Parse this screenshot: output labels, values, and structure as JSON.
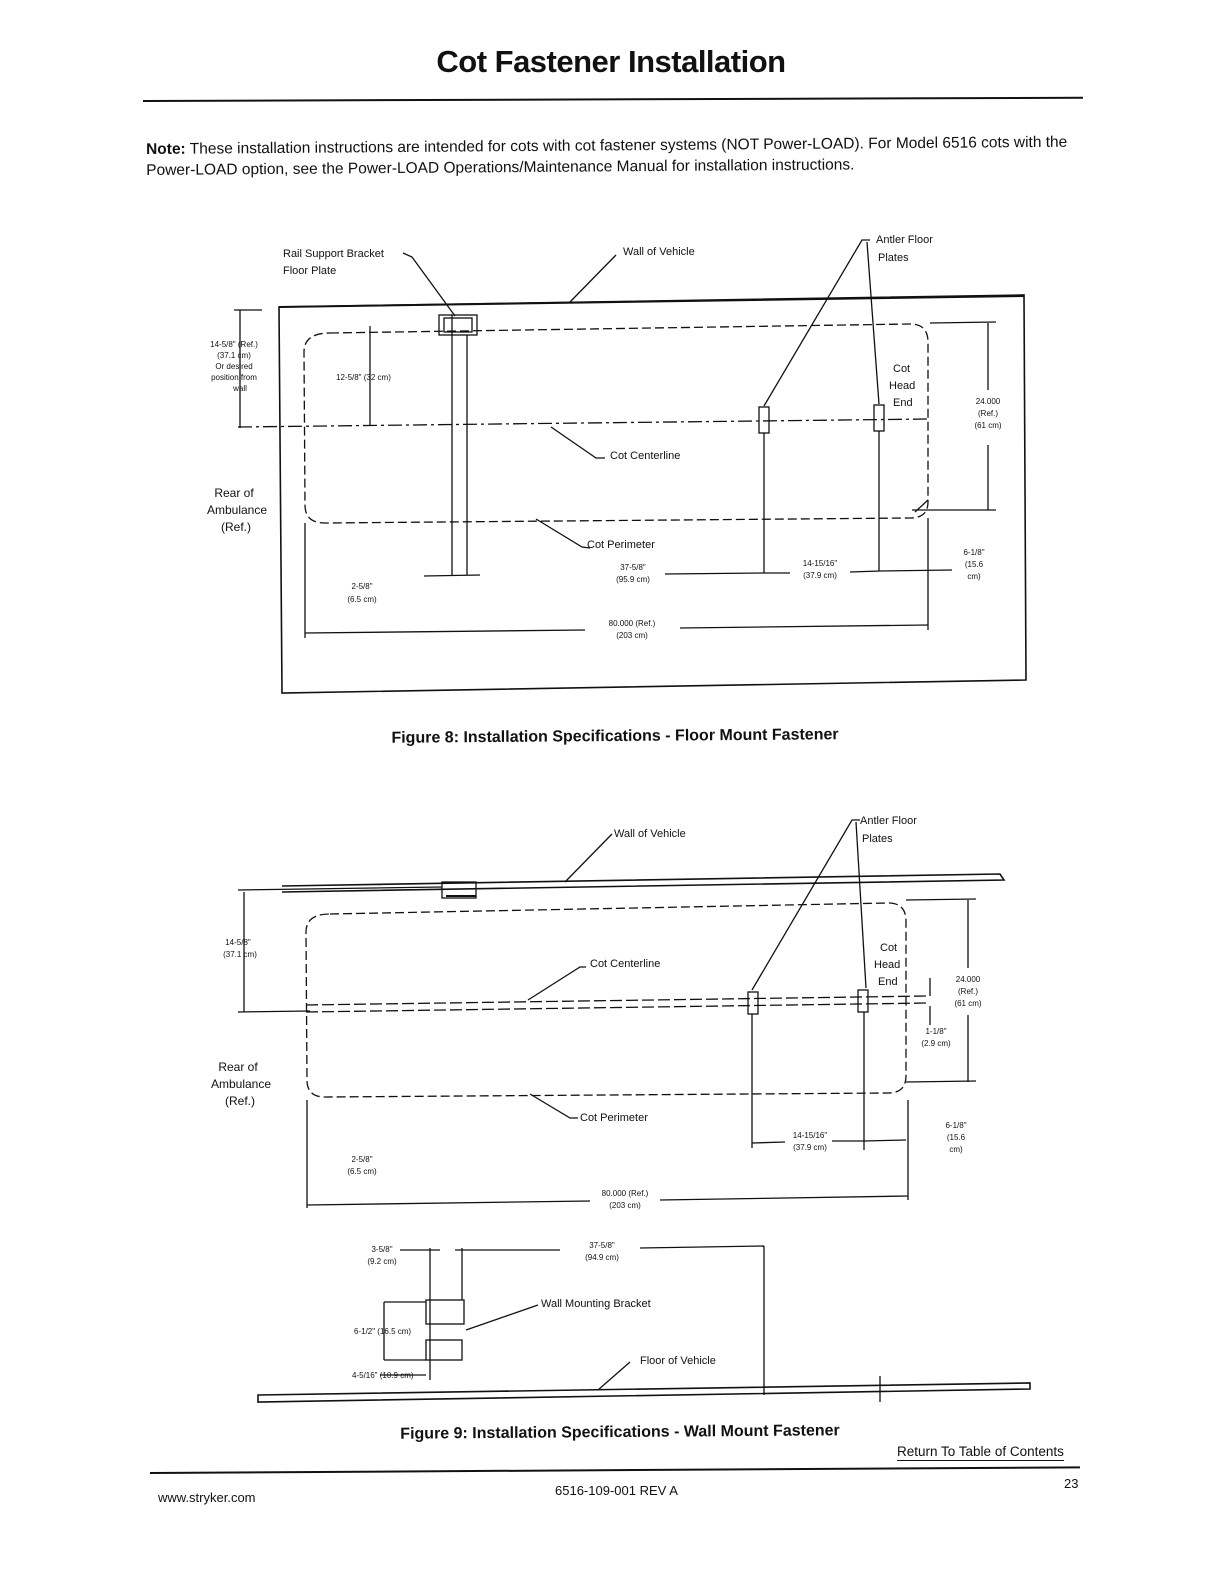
{
  "page": {
    "title": "Cot Fastener Installation",
    "note_prefix": "Note:",
    "note_text": "These installation instructions are intended for cots with cot fastener systems (NOT Power-LOAD).  For Model 6516 cots with the Power-LOAD option, see the Power-LOAD Operations/Maintenance Manual for installation instructions."
  },
  "figure8": {
    "caption": "Figure 8:  Installation Specifications - Floor Mount Fastener",
    "labels": {
      "rail_support_1": "Rail Support Bracket",
      "rail_support_2": "Floor Plate",
      "wall": "Wall of Vehicle",
      "antler_1": "Antler Floor",
      "antler_2": "Plates",
      "dim_left_1": "14-5/8\" (Ref.)",
      "dim_left_2": "(37.1 cm)",
      "dim_left_3": "Or desired",
      "dim_left_4": "position from",
      "dim_left_5": "wall",
      "dim_12": "12-5/8\" (32 cm)",
      "cot_head_1": "Cot",
      "cot_head_2": "Head",
      "cot_head_3": "End",
      "dim_24_1": "24.000",
      "dim_24_2": "(Ref.)",
      "dim_24_3": "(61 cm)",
      "centerline": "Cot Centerline",
      "rear_1": "Rear of",
      "rear_2": "Ambulance",
      "rear_3": "(Ref.)",
      "perimeter": "Cot Perimeter",
      "dim_37_1": "37-5/8\"",
      "dim_37_2": "(95.9 cm)",
      "dim_14_1": "14-15/16\"",
      "dim_14_2": "(37.9 cm)",
      "dim_6_1": "6-1/8\"",
      "dim_6_2": "(15.6",
      "dim_6_3": "cm)",
      "dim_2_1": "2-5/8\"",
      "dim_2_2": "(6.5 cm)",
      "dim_80_1": "80.000 (Ref.)",
      "dim_80_2": "(203 cm)"
    }
  },
  "figure9": {
    "caption": "Figure 9:  Installation Specifications - Wall Mount Fastener",
    "labels": {
      "wall": "Wall of Vehicle",
      "antler_1": "Antler Floor",
      "antler_2": "Plates",
      "dim_left_1": "14-5/8\"",
      "dim_left_2": "(37.1 cm)",
      "centerline": "Cot Centerline",
      "cot_head_1": "Cot",
      "cot_head_2": "Head",
      "cot_head_3": "End",
      "dim_24_1": "24.000",
      "dim_24_2": "(Ref.)",
      "dim_24_3": "(61 cm)",
      "dim_1_1": "1-1/8\"",
      "dim_1_2": "(2.9 cm)",
      "rear_1": "Rear of",
      "rear_2": "Ambulance",
      "rear_3": "(Ref.)",
      "perimeter": "Cot Perimeter",
      "dim_14_1": "14-15/16\"",
      "dim_14_2": "(37.9 cm)",
      "dim_6_1": "6-1/8\"",
      "dim_6_2": "(15.6",
      "dim_6_3": "cm)",
      "dim_2_1": "2-5/8\"",
      "dim_2_2": "(6.5 cm)",
      "dim_80_1": "80.000 (Ref.)",
      "dim_80_2": "(203 cm)",
      "dim_3_1": "3-5/8\"",
      "dim_3_2": "(9.2 cm)",
      "dim_37_1": "37-5/8\"",
      "dim_37_2": "(94.9 cm)",
      "bracket": "Wall Mounting Bracket",
      "dim_65_1": "6-1/2\" (16.5 cm)",
      "dim_45_1": "4-5/16\" (10.9 cm)",
      "floor": "Floor of Vehicle"
    }
  },
  "footer": {
    "toc_link": "Return To Table of Contents",
    "page_number": "23",
    "website": "www.stryker.com",
    "doc_number": "6516-109-001 REV A"
  }
}
